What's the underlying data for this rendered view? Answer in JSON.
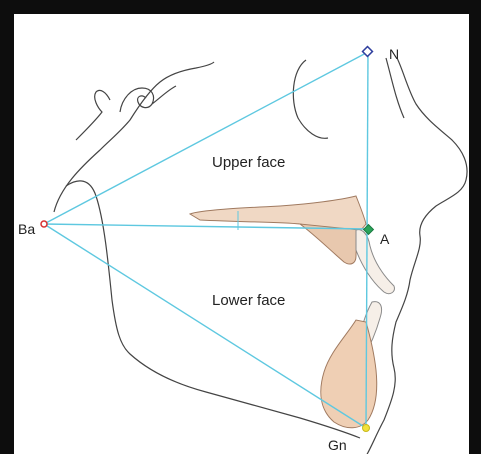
{
  "labels": {
    "upper_face": "Upper face",
    "lower_face": "Lower face"
  },
  "points": {
    "N": "N",
    "A": "A",
    "Ba": "Ba",
    "Gn": "Gn"
  },
  "colors": {
    "lines": "#5ec8e0",
    "bone": "#f0d8c4",
    "bone_stroke": "#a07a60",
    "N_marker": "#2f3f9e",
    "A_marker": "#2aa35a",
    "Ba_marker": "#d83030",
    "Gn_marker": "#f2e23a",
    "frame": "#0d0d0d"
  }
}
